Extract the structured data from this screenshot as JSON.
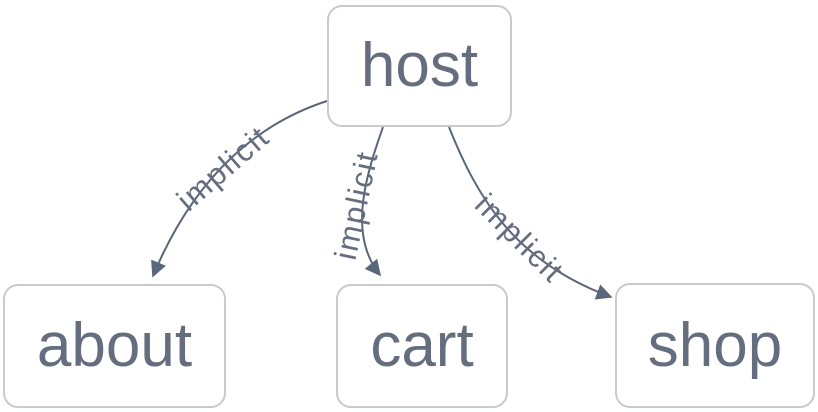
{
  "diagram": {
    "type": "flowchart",
    "direction": "top-down",
    "nodes": [
      {
        "id": "host",
        "label": "host"
      },
      {
        "id": "about",
        "label": "about"
      },
      {
        "id": "cart",
        "label": "cart"
      },
      {
        "id": "shop",
        "label": "shop"
      }
    ],
    "edges": [
      {
        "from": "host",
        "to": "about",
        "label": "implicit"
      },
      {
        "from": "host",
        "to": "cart",
        "label": "implicit"
      },
      {
        "from": "host",
        "to": "shop",
        "label": "implicit"
      }
    ],
    "colors": {
      "background": "#ffffff",
      "node_fill": "#ffffff",
      "node_border": "#c7cacf",
      "node_text": "#656e7e",
      "edge_line": "#5a6679",
      "edge_label_text": "#656e7e"
    }
  }
}
